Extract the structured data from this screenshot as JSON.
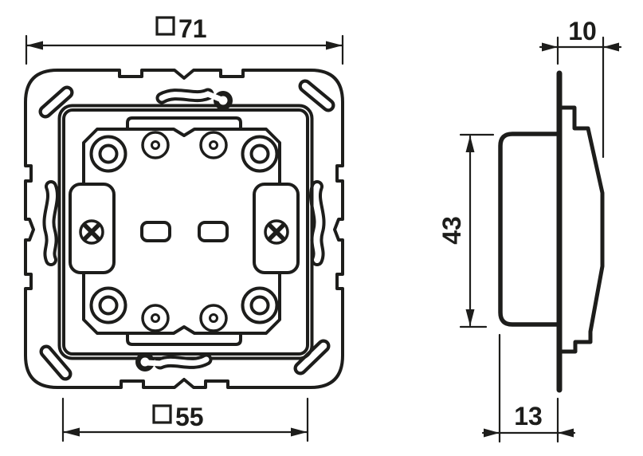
{
  "drawing": {
    "type": "technical-dimension-drawing",
    "views": {
      "front_view_name": "front-view-of-flush-mounted-switch-insert",
      "side_view_name": "side-profile-view"
    },
    "front_view": {
      "outer_width": {
        "symbol": "□",
        "value": "71"
      },
      "insert_width": {
        "symbol": "□",
        "value": "55"
      }
    },
    "side_view": {
      "front_depth": "10",
      "body_height": "43",
      "rear_depth": "13"
    },
    "colors": {
      "line": "#1d1d1b",
      "background": "#ffffff"
    }
  }
}
